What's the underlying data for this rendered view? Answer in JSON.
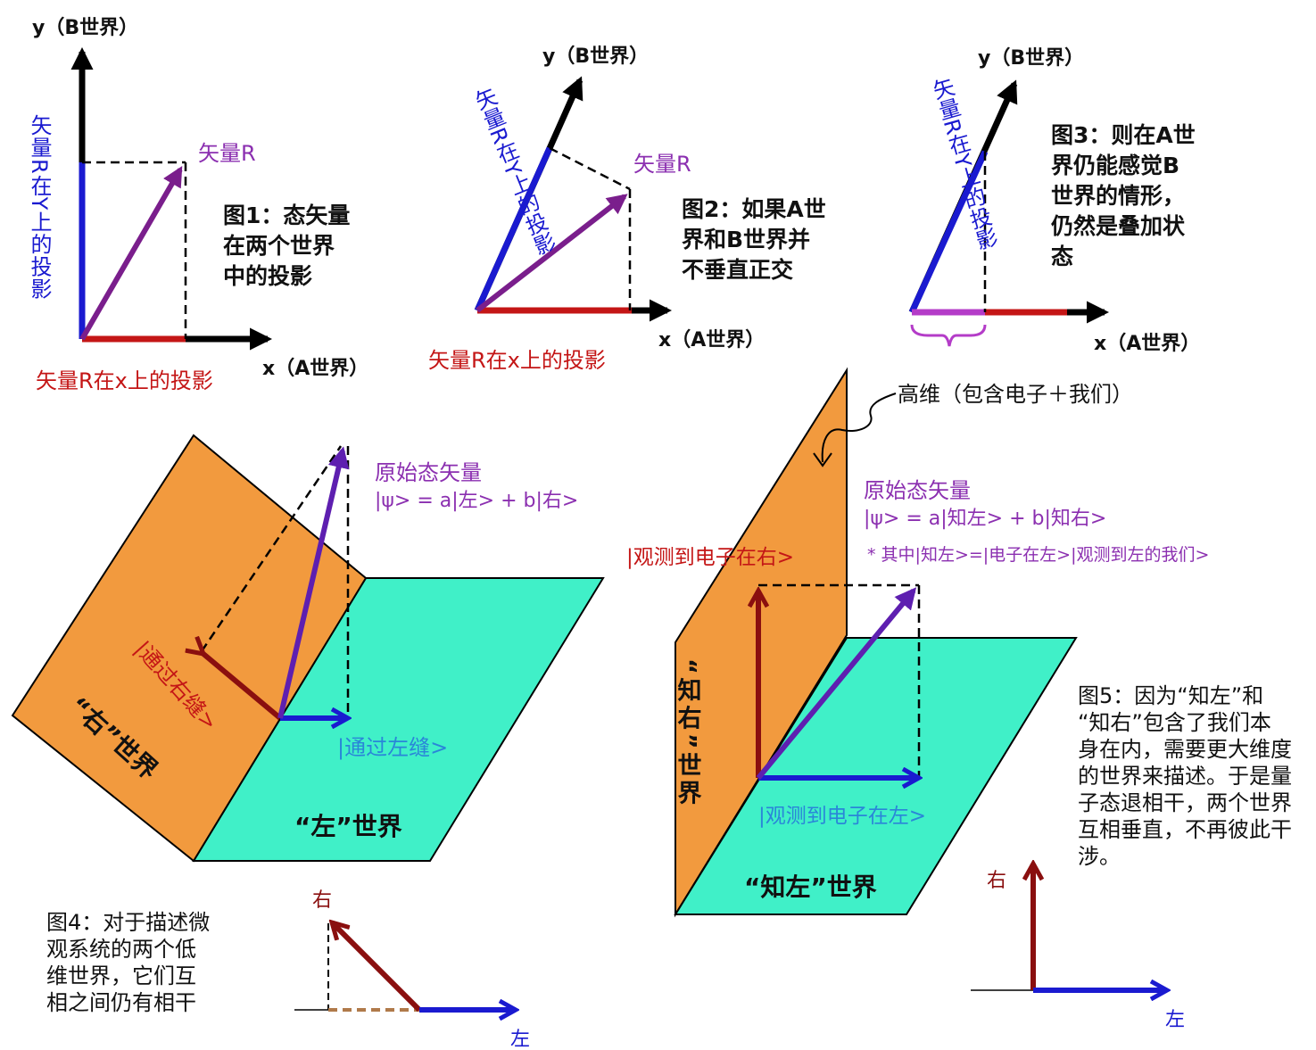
{
  "colors": {
    "blue": "#1a1ad0",
    "red": "#c41616",
    "purple": "#7a1e8c",
    "dark_red": "#8a0f0f",
    "magenta": "#b43cc8",
    "orange": "#f29a3e",
    "teal": "#40f0c8",
    "label_blue": "#2a86d8",
    "label_purple": "#8b2fb0"
  },
  "fig1": {
    "y_axis": "y（B世界）",
    "x_axis": "x（A世界）",
    "vector": "矢量R",
    "y_projection": "矢量R在Y上的投影",
    "x_projection": "矢量R在x上的投影",
    "caption": [
      "图1：态矢量",
      "在两个世界",
      "中的投影"
    ]
  },
  "fig2": {
    "y_axis": "y（B世界）",
    "x_axis": "x（A世界）",
    "vector": "矢量R",
    "y_projection": "矢量R在Y上的投影",
    "x_projection": "矢量R在x上的投影",
    "caption": [
      "图2：如果A世",
      "界和B世界并",
      "不垂直正交"
    ]
  },
  "fig3": {
    "y_axis": "y（B世界）",
    "x_axis": "x（A世界）",
    "y_projection": "矢量R在Y上的投影",
    "caption": [
      "图3：则在A世",
      "界仍能感觉B",
      "世界的情形，",
      "仍然是叠加状",
      "态"
    ]
  },
  "fig4": {
    "right_world": "“右”世界",
    "left_world": "“左”世界",
    "state_title": "原始态矢量",
    "state_formula": "|ψ> = a|左> + b|右>",
    "through_right": "|通过右缝>",
    "through_left": "|通过左缝>",
    "small_right": "右",
    "small_left": "左",
    "caption": [
      "图4：对于描述微",
      "观系统的两个低",
      "维世界，它们互",
      "相之间仍有相干"
    ]
  },
  "fig5": {
    "high_dim": "高维（包含电子＋我们）",
    "state_title": "原始态矢量",
    "state_formula": "|ψ> = a|知左> + b|知右>",
    "note": "* 其中|知左>=|电子在左>|观测到左的我们>",
    "observed_right": "|观测到电子在右>",
    "observed_left": "|观测到电子在左>",
    "know_right_world": "“知右”世界",
    "know_left_world": "“知左”世界",
    "small_right": "右",
    "small_left": "左",
    "caption": [
      "图5：因为“知左”和",
      "“知右”包含了我们本",
      "身在内，需要更大维度",
      "的世界来描述。于是量",
      "子态退相干，两个世界",
      "互相垂直，不再彼此干",
      "涉。"
    ]
  }
}
